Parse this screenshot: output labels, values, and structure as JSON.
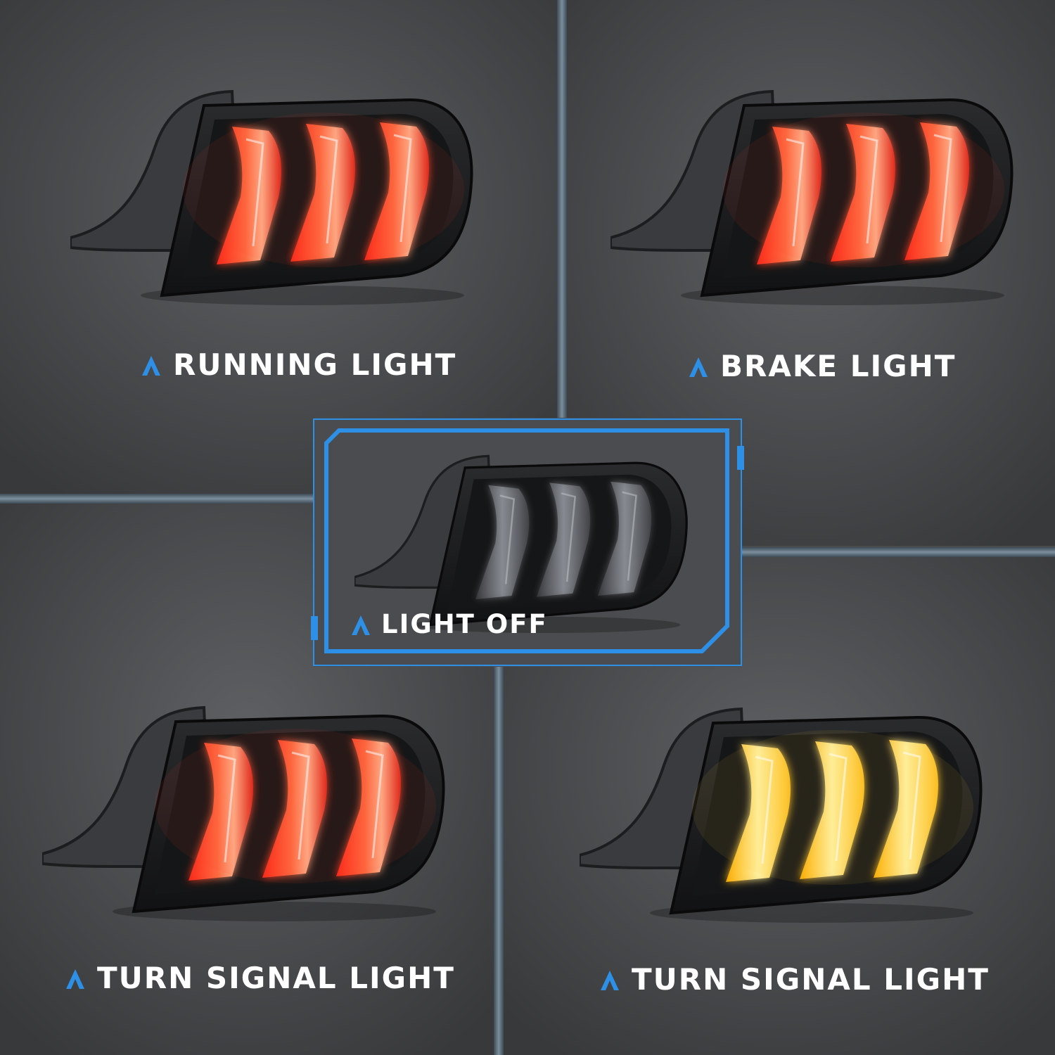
{
  "panels": [
    {
      "id": "running",
      "label": "RUNNING LIGHT",
      "glow": "red"
    },
    {
      "id": "brake",
      "label": "BRAKE LIGHT",
      "glow": "red"
    },
    {
      "id": "off",
      "label": "LIGHT OFF",
      "glow": "off"
    },
    {
      "id": "turn-red",
      "label": "TURN SIGNAL LIGHT",
      "glow": "red"
    },
    {
      "id": "turn-amber",
      "label": "TURN SIGNAL LIGHT",
      "glow": "amber"
    }
  ],
  "colors": {
    "accent": "#2e8fe6",
    "red_glow": "#ff3a24",
    "amber_glow": "#ffd040",
    "off_glow": "#9a9ea3",
    "background": "#4a4b4d"
  },
  "icons": {
    "label_marker": "chevron-up-icon"
  }
}
